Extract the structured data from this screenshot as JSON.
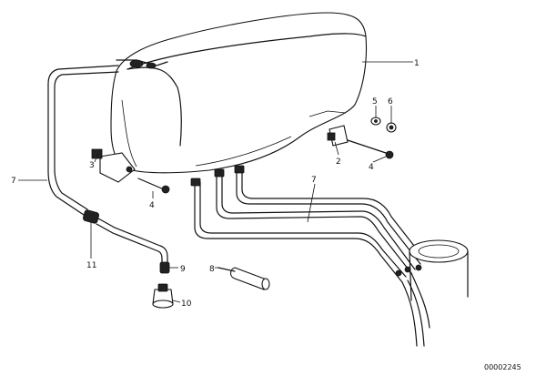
{
  "diagram": {
    "labels": [
      "1",
      "2",
      "3",
      "4",
      "4",
      "5",
      "6",
      "7",
      "7",
      "8",
      "9",
      "10",
      "11"
    ],
    "drawing_number": "00002245"
  }
}
